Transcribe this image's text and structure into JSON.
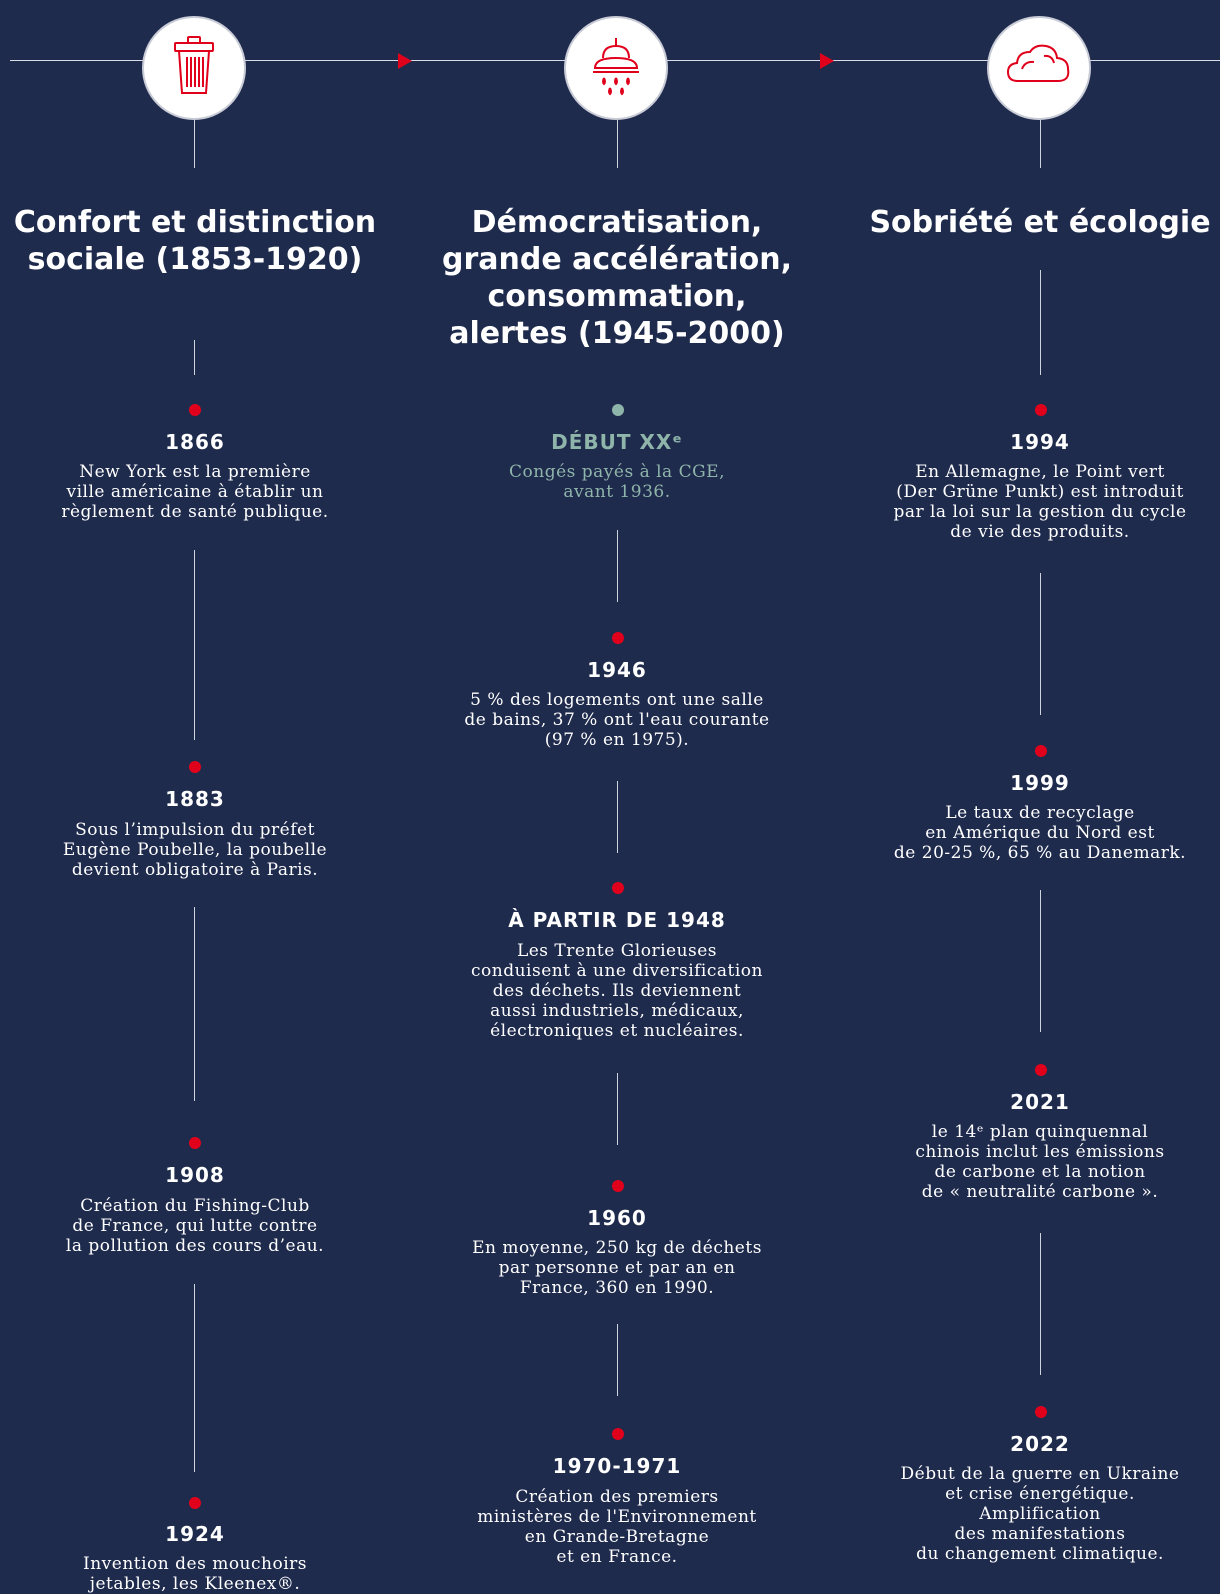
{
  "colors": {
    "background": "#1f2b4d",
    "accent": "#e0001b",
    "teal": "#8fb5ab",
    "text": "#ffffff"
  },
  "columns": [
    {
      "icon": "trash-bin-icon",
      "title": "Confort et distinction sociale (1853-1920)",
      "events": [
        {
          "year": "1866",
          "text": "New York est la première\nville américaine à établir un\nrèglement de santé publique."
        },
        {
          "year": "1883",
          "text": "Sous l’impulsion du préfet\nEugène Poubelle, la poubelle\ndevient obligatoire à Paris."
        },
        {
          "year": "1908",
          "text": "Création du Fishing-Club\nde France, qui lutte contre\nla pollution des cours d’eau."
        },
        {
          "year": "1924",
          "text": "Invention des mouchoirs\njetables, les Kleenex®."
        }
      ]
    },
    {
      "icon": "shower-icon",
      "title": "Démocratisation, grande accélération, consommation, alertes (1945-2000)",
      "events": [
        {
          "year": "DÉBUT XXᵉ",
          "text": "Congés payés à la CGE,\navant 1936."
        },
        {
          "year": "1946",
          "text": "5 % des logements ont une salle\nde bains, 37 % ont l'eau courante\n(97 % en 1975)."
        },
        {
          "year": "À PARTIR DE 1948",
          "text": "Les Trente Glorieuses\nconduisent à une diversification\ndes déchets. Ils deviennent\naussi industriels, médicaux,\nélectroniques et nucléaires."
        },
        {
          "year": "1960",
          "text": "En moyenne, 250 kg de déchets\npar personne et par an en\nFrance, 360 en 1990."
        },
        {
          "year": "1970-1971",
          "text": "Création des premiers\nministères de l'Environnement\nen Grande-Bretagne\net en France."
        }
      ]
    },
    {
      "icon": "cloud-icon",
      "title": "Sobriété et écologie",
      "events": [
        {
          "year": "1994",
          "text": "En Allemagne, le Point vert\n(Der Grüne Punkt) est introduit\npar la loi sur la gestion du cycle\nde vie des produits."
        },
        {
          "year": "1999",
          "text": "Le taux de recyclage\nen Amérique du Nord est\nde 20-25 %, 65 % au Danemark."
        },
        {
          "year": "2021",
          "text": "le 14ᵉ plan quinquennal\nchinois inclut les émissions\nde carbone et la notion\nde « neutralité carbone »."
        },
        {
          "year": "2022",
          "text": "Début de la guerre en Ukraine\net crise énergétique.\nAmplification\ndes manifestations\ndu changement climatique."
        }
      ]
    }
  ]
}
